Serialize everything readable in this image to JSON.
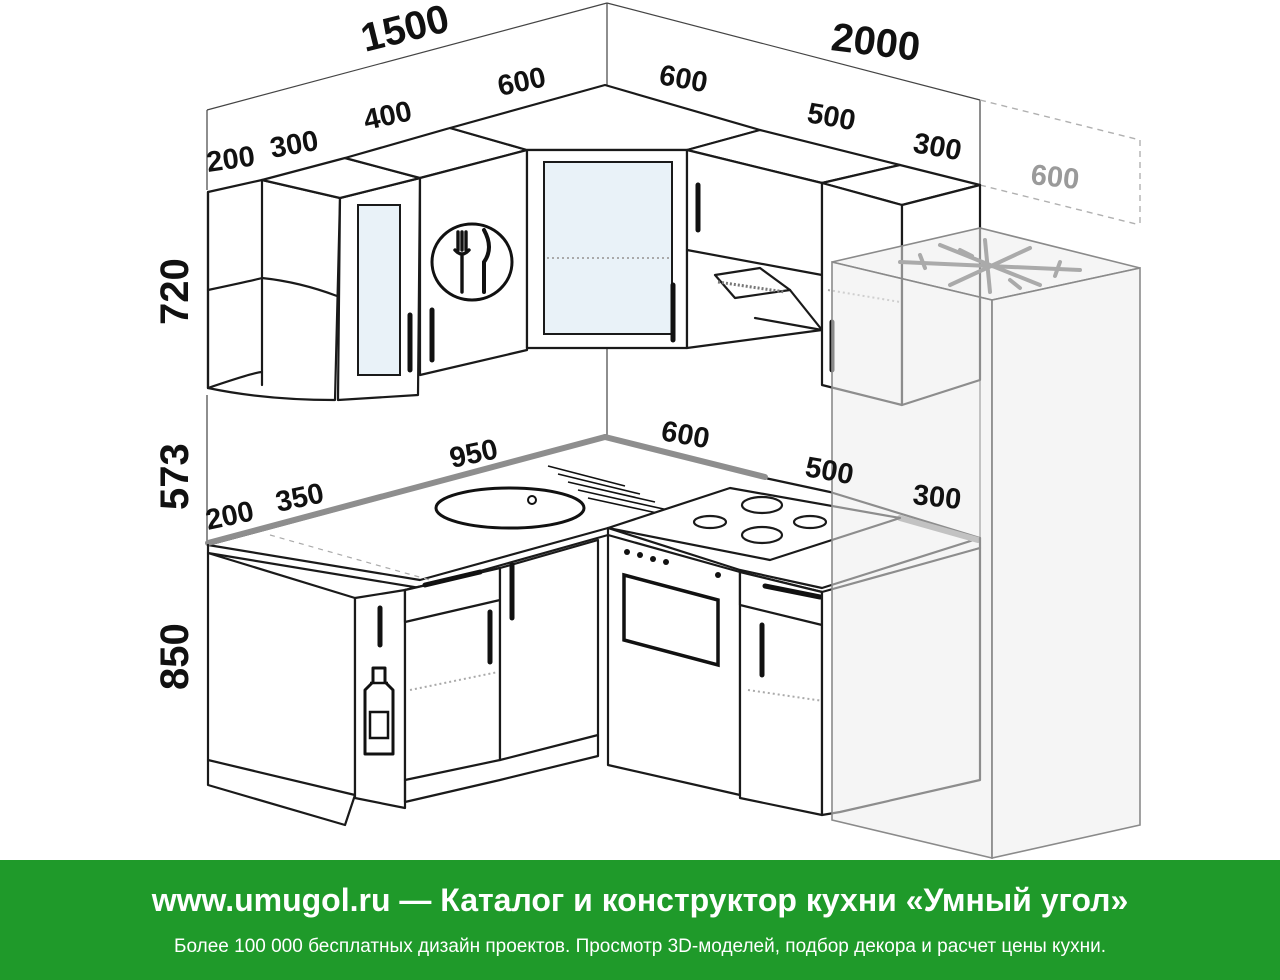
{
  "dimensions": {
    "top_left_total": "1500",
    "top_right_total": "2000",
    "upper_left_200": "200",
    "upper_left_300": "300",
    "upper_left_400": "400",
    "upper_left_600": "600",
    "upper_right_600": "600",
    "upper_right_500": "500",
    "upper_right_300": "300",
    "fridge_600": "600",
    "height_upper": "720",
    "height_gap": "573",
    "height_lower": "850",
    "counter_200": "200",
    "counter_350": "350",
    "counter_950": "950",
    "counter_600": "600",
    "counter_500": "500",
    "counter_300": "300"
  },
  "icons": [
    "fork-knife-icon",
    "snowflake-icon",
    "bottle-icon"
  ],
  "colors": {
    "footer_bg": "#1f9a2a",
    "footer_text": "#ffffff",
    "dimension_text": "#111111",
    "ghost_text": "#9a9a9a"
  },
  "footer": {
    "title": "www.umugol.ru — Каталог и конструктор кухни «Умный угол»",
    "subtitle": "Более 100 000 бесплатных дизайн проектов. Просмотр 3D-моделей, подбор декора и расчет цены кухни."
  }
}
